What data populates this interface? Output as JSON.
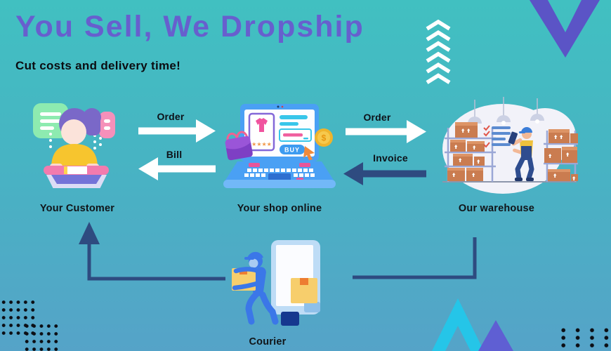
{
  "header": {
    "title": "You Sell, We Dropship",
    "subtitle": "Cut costs and delivery time!"
  },
  "nodes": {
    "customer": {
      "label": "Your Customer"
    },
    "shop": {
      "label": "Your shop online",
      "screen": {
        "buy_button": "BUY",
        "rating_stars": "★★★★",
        "coin_symbol": "$"
      }
    },
    "warehouse": {
      "label": "Our warehouse"
    },
    "courier": {
      "label": "Courier"
    }
  },
  "flows": [
    {
      "id": "customer-to-shop",
      "label": "Order",
      "direction": "right",
      "arrow_color": "#ffffff"
    },
    {
      "id": "shop-to-customer",
      "label": "Bill",
      "direction": "left",
      "arrow_color": "#ffffff"
    },
    {
      "id": "shop-to-warehouse",
      "label": "Order",
      "direction": "right",
      "arrow_color": "#ffffff"
    },
    {
      "id": "warehouse-to-shop",
      "label": "Invoice",
      "direction": "left",
      "arrow_color": "#2e4b80"
    },
    {
      "id": "warehouse-to-courier",
      "type": "elbow-line",
      "color": "#2e4b80"
    },
    {
      "id": "courier-to-customer",
      "type": "elbow-line-arrow-up",
      "color": "#2e4b80"
    }
  ],
  "colors": {
    "background_top": "#41c0c1",
    "background_bottom": "#55a3c8",
    "title": "#675fce",
    "text": "#101418",
    "navy": "#2e4b80",
    "decor_purple_v": "#5b54c6",
    "decor_cyan_triangle": "#25c5e8",
    "decor_purple_triangle": "#5f5fd3",
    "decor_chevrons": "#ffffff"
  },
  "decorations": {
    "chevrons_up_count": 6
  }
}
